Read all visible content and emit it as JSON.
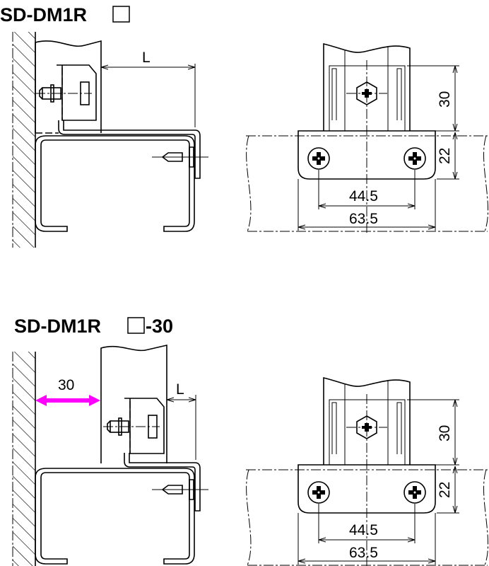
{
  "sections": [
    {
      "title": "SD-DM1R",
      "title_suffix": "",
      "side_view": {
        "length_label": "L"
      },
      "front_view": {
        "height_bracket": "30",
        "height_plate": "22",
        "hole_pitch": "44.5",
        "plate_width": "63.5"
      }
    },
    {
      "title": "SD-DM1R",
      "title_suffix": "-30",
      "side_view": {
        "length_label": "L",
        "offset_label": "30",
        "offset_color": "#ff00ff"
      },
      "front_view": {
        "height_bracket": "30",
        "height_plate": "22",
        "hole_pitch": "44.5",
        "plate_width": "63.5"
      }
    }
  ]
}
